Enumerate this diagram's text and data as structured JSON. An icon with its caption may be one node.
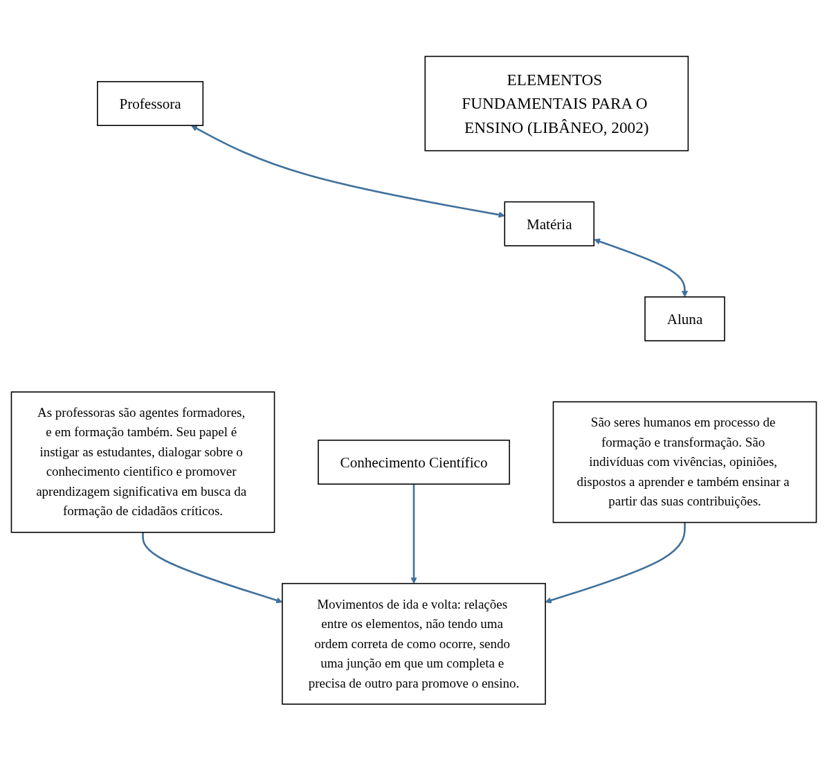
{
  "diagram": {
    "nodes": [
      {
        "text": [
          "ELEMENTOS FUNDAMENTAIS PARA O ENSINO (LIBÂNEO, 2002)"
        ]
      },
      {
        "text": [
          "Professora"
        ]
      },
      {
        "text": [
          "Matéria"
        ]
      },
      {
        "text": [
          "Aluna"
        ]
      },
      {
        "text": [
          "As professoras são agentes formadores, e em formação também. Seu papel é instigar as estudantes, dialogar sobre o conhecimento cientifico e promover aprendizagem significativa em busca da formação de cidadãos críticos."
        ]
      },
      {
        "text": [
          "Conhecimento Científico"
        ]
      },
      {
        "text": [
          "São seres humanos em processo de formação e transformação. São indivíduas com vivências, opiniões, dispostos a aprender e também ensinar a partir das suas contribuições."
        ]
      },
      {
        "text": [
          "Movimentos de ida e volta: relações entre os elementos, não tendo uma ordem correta de como ocorre, sendo uma junção em que um completa e precisa de outro para promove o ensino."
        ]
      }
    ],
    "edges": [
      {
        "from": 1,
        "to": 2,
        "arrow": "both"
      },
      {
        "from": 2,
        "to": 3,
        "arrow": "both"
      },
      {
        "from": 4,
        "to": 7,
        "arrow": "to"
      },
      {
        "from": 5,
        "to": 7,
        "arrow": "to"
      },
      {
        "from": 6,
        "to": 7,
        "arrow": "to"
      }
    ]
  }
}
